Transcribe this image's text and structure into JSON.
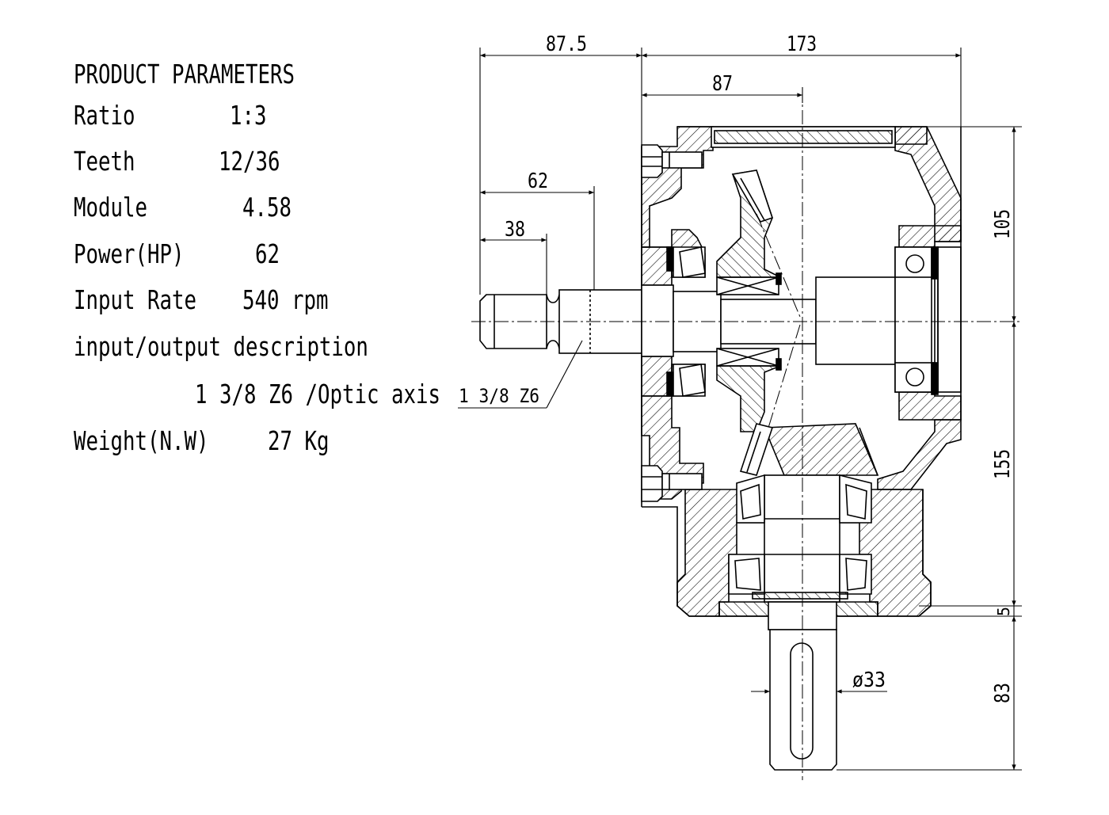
{
  "parameters": {
    "heading": "PRODUCT PARAMETERS",
    "rows": [
      {
        "label": "Ratio",
        "value": "1:3"
      },
      {
        "label": "Teeth",
        "value": "12/36"
      },
      {
        "label": "Module",
        "value": "4.58"
      },
      {
        "label": "Power(HP)",
        "value": "62"
      },
      {
        "label": "Input Rate",
        "value": "540 rpm"
      },
      {
        "label": "input/output description",
        "value": ""
      },
      {
        "label": "",
        "value": "1 3/8 Z6 /Optic axis"
      },
      {
        "label": "Weight(N.W)",
        "value": "27 Kg"
      }
    ]
  },
  "dimensions": {
    "d_87_5": "87.5",
    "d_173": "173",
    "d_87": "87",
    "d_62": "62",
    "d_38": "38",
    "d_105": "105",
    "d_155": "155",
    "d_5": "5",
    "d_83": "83",
    "d_dia33": "ø33",
    "spline_note": "1 3/8 Z6"
  }
}
